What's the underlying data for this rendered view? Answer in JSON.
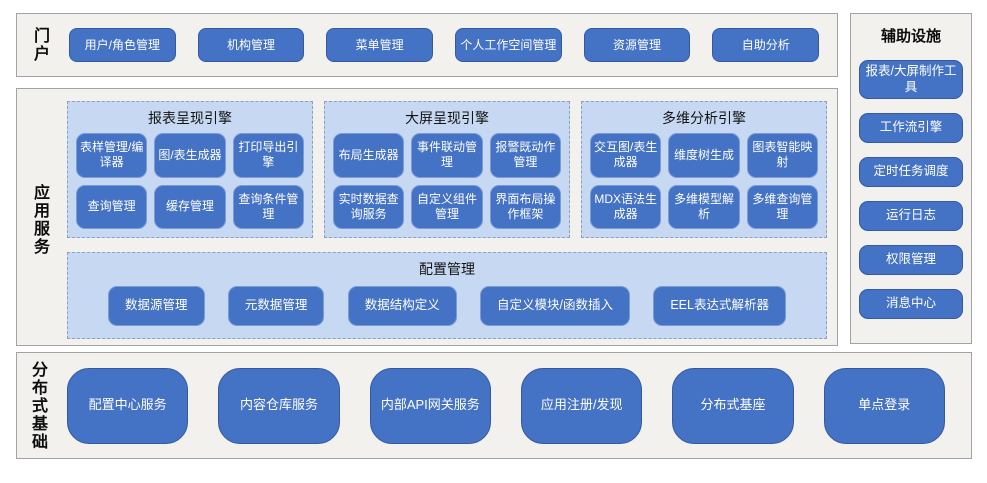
{
  "colors": {
    "node_fill": "#4472c4",
    "node_text": "#ffffff",
    "group_fill": "#c6d8f2",
    "group_border": "#8ba0c0",
    "section_fill": "#f2f1ee",
    "section_border": "#a3a3a3"
  },
  "diagram": {
    "portal": {
      "label": "门户",
      "items": [
        "用户/角色管理",
        "机构管理",
        "菜单管理",
        "个人工作空间管理",
        "资源管理",
        "自助分析"
      ]
    },
    "app_services": {
      "label": "应用服务",
      "engines": [
        {
          "title": "报表呈现引擎",
          "items": [
            "表样管理/编译器",
            "图/表生成器",
            "打印导出引擎",
            "查询管理",
            "缓存管理",
            "查询条件管理"
          ]
        },
        {
          "title": "大屏呈现引擎",
          "items": [
            "布局生成器",
            "事件联动管理",
            "报警既动作管理",
            "实时数据查询服务",
            "自定义组件管理",
            "界面布局操作框架"
          ]
        },
        {
          "title": "多维分析引擎",
          "items": [
            "交互图/表生成器",
            "维度树生成",
            "图表智能映射",
            "MDX语法生成器",
            "多维模型解析",
            "多维查询管理"
          ]
        }
      ],
      "config": {
        "title": "配置管理",
        "items": [
          "数据源管理",
          "元数据管理",
          "数据结构定义",
          "自定义模块/函数插入",
          "EEL表达式解析器"
        ]
      }
    },
    "auxiliary": {
      "title": "辅助设施",
      "items": [
        "报表/大屏制作工具",
        "工作流引擎",
        "定时任务调度",
        "运行日志",
        "权限管理",
        "消息中心"
      ]
    },
    "foundation": {
      "label": "分布式基础",
      "items": [
        "配置中心服务",
        "内容仓库服务",
        "内部API网关服务",
        "应用注册/发现",
        "分布式基座",
        "单点登录"
      ]
    }
  }
}
